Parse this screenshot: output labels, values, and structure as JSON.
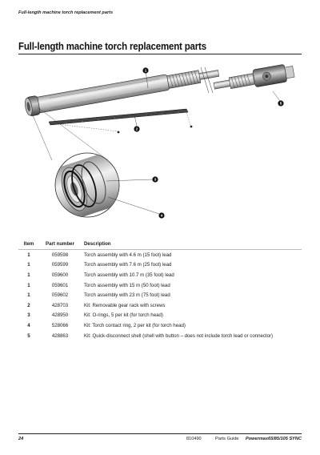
{
  "running_header": "Full-length machine torch replacement parts",
  "page_title": "Full-length machine torch replacement parts",
  "figure": {
    "callouts": [
      "1",
      "2",
      "3",
      "4",
      "5"
    ]
  },
  "table": {
    "headers": {
      "item": "Item",
      "part_number": "Part number",
      "description": "Description"
    },
    "rows": [
      {
        "item": "1",
        "part": "059598",
        "desc": "Torch assembly with 4.6 m (15 foot) lead"
      },
      {
        "item": "1",
        "part": "059599",
        "desc": "Torch assembly with 7.6 m (25 foot) lead"
      },
      {
        "item": "1",
        "part": "059600",
        "desc": "Torch assembly with 10.7 m (35 foot) lead"
      },
      {
        "item": "1",
        "part": "059601",
        "desc": "Torch assembly with 15 m (50 foot) lead"
      },
      {
        "item": "1",
        "part": "059602",
        "desc": "Torch assembly with 23 m (75 foot) lead"
      },
      {
        "item": "2",
        "part": "428703",
        "desc": "Kit: Removable gear rack with screws"
      },
      {
        "item": "3",
        "part": "428950",
        "desc": "Kit: O-rings, 5 per kit (for torch head)"
      },
      {
        "item": "4",
        "part": "528066",
        "desc": "Kit: Torch contact ring, 2 per kit (for torch head)"
      },
      {
        "item": "5",
        "part": "428863",
        "desc": "Kit: Quick-disconnect shell (shell with button – does not include torch lead or connector)"
      }
    ]
  },
  "footer": {
    "page_number": "24",
    "doc_number": "810490",
    "guide": "Parts Guide",
    "product": "Powermax65/85/105 SYNC"
  }
}
